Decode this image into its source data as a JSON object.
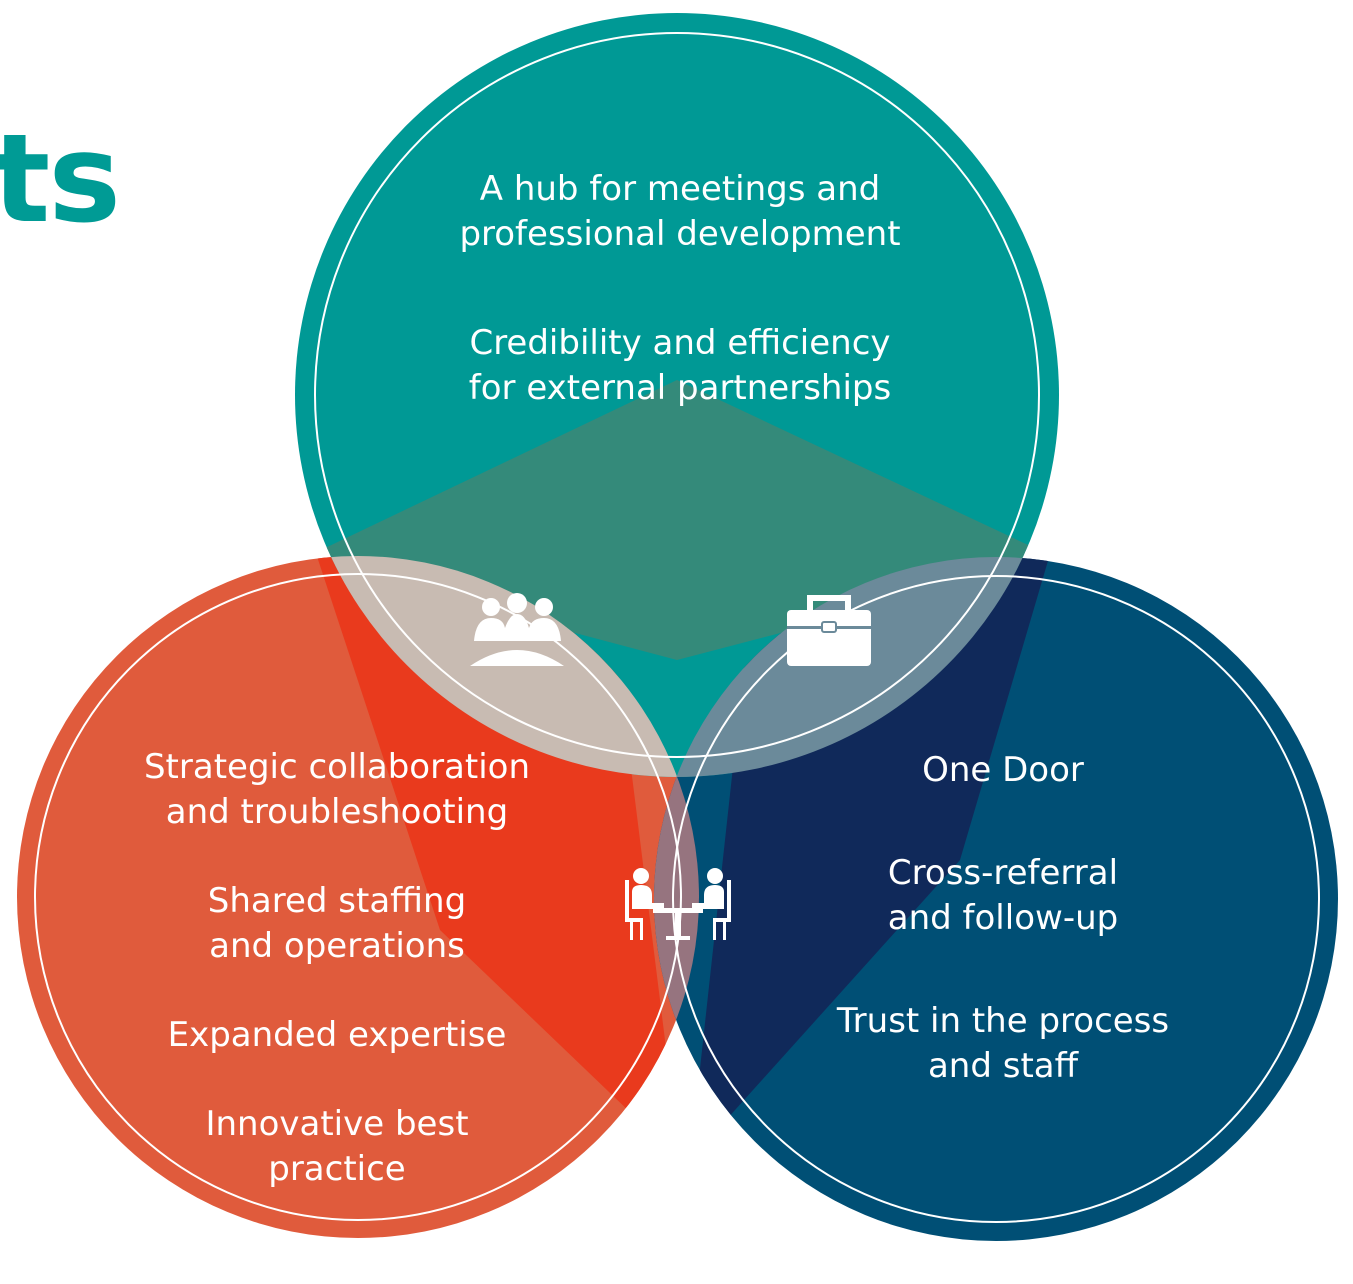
{
  "heading": "ts",
  "circles": {
    "top": {
      "color": "#009995",
      "items": [
        "A hub for meetings and professional development",
        "Credibility and efficiency for external partnerships"
      ],
      "lines": [
        [
          "A hub for meetings and",
          "professional development"
        ],
        [
          "Credibility and efficiency",
          "for external partnerships"
        ]
      ]
    },
    "left": {
      "color": "#e05b3c",
      "items": [
        "Strategic collaboration and troubleshooting",
        "Shared staffing and operations",
        "Expanded expertise",
        "Innovative best practice"
      ],
      "lines": [
        [
          "Strategic collaboration",
          "and troubleshooting"
        ],
        [
          "Shared staffing",
          "and operations"
        ],
        [
          "Expanded expertise"
        ],
        [
          "Innovative best",
          "practice"
        ]
      ]
    },
    "right": {
      "color": "#004f75",
      "items": [
        "One Door",
        "Cross-referral and follow-up",
        "Trust in the process and staff"
      ],
      "lines": [
        [
          "One Door"
        ],
        [
          "Cross-referral",
          "and follow-up"
        ],
        [
          "Trust in the process",
          "and staff"
        ]
      ]
    }
  },
  "overlaps": {
    "top_left": {
      "color": "#c8bbb2",
      "icon": "group-meeting-icon"
    },
    "top_right": {
      "color": "#6b8a9a",
      "icon": "briefcase-icon"
    },
    "center": {
      "color": "#96747f",
      "icon": "two-people-at-table-icon"
    }
  }
}
